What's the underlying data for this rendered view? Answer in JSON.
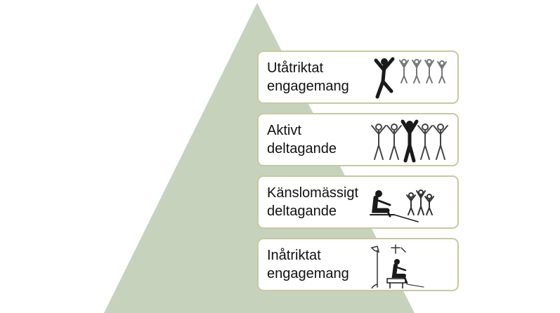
{
  "diagram": {
    "colors": {
      "pyramid": "#c6d2bc",
      "box_border": "#c8c8a0",
      "box_fill": "#ffffff",
      "text": "#111111",
      "ink": "#1a1a1a"
    },
    "levels": [
      {
        "line1": "Utåtriktat",
        "line2": "engagemang",
        "icon": "leaping-crowd-icon"
      },
      {
        "line1": "Aktivt",
        "line2": "deltagande",
        "icon": "raised-arms-group-icon"
      },
      {
        "line1": "Känslomässigt",
        "line2": "deltagande",
        "icon": "seated-spectator-icon"
      },
      {
        "line1": "Inåtriktat",
        "line2": "engagemang",
        "icon": "seated-viewer-icon"
      }
    ]
  }
}
